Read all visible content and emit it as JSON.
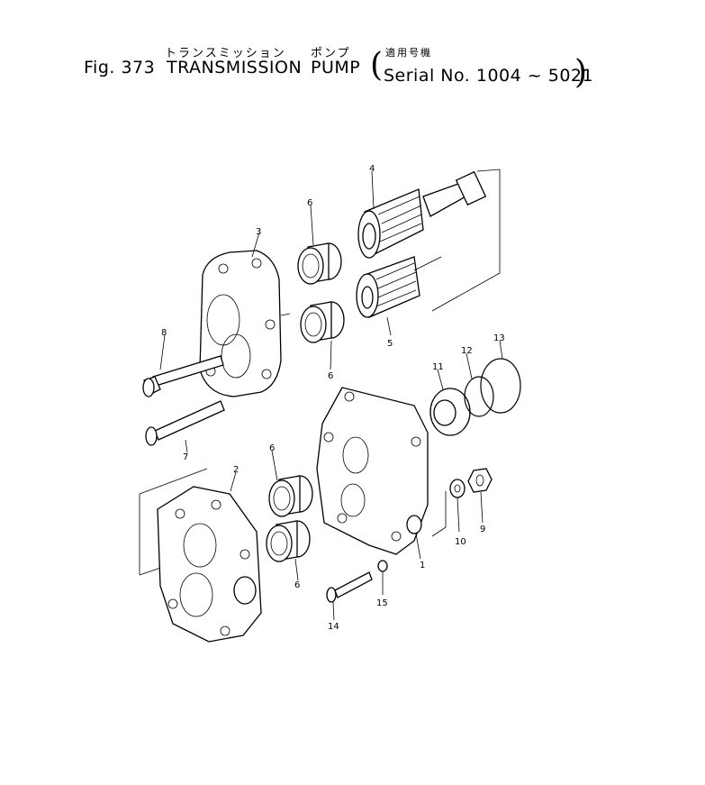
{
  "header": {
    "fig_number": "Fig. 373",
    "title_jp": "トランスミッション",
    "title_en": "TRANSMISSION",
    "subtitle_jp": "ポンプ",
    "subtitle_en": "PUMP",
    "serial_jp": "適用号機",
    "serial_en": "Serial No. 1004 ~ 5021",
    "paren_open": "(",
    "paren_close": ")"
  },
  "callouts": [
    "1",
    "2",
    "3",
    "4",
    "5",
    "6",
    "7",
    "8",
    "9",
    "10",
    "11",
    "12",
    "13",
    "14",
    "15"
  ]
}
